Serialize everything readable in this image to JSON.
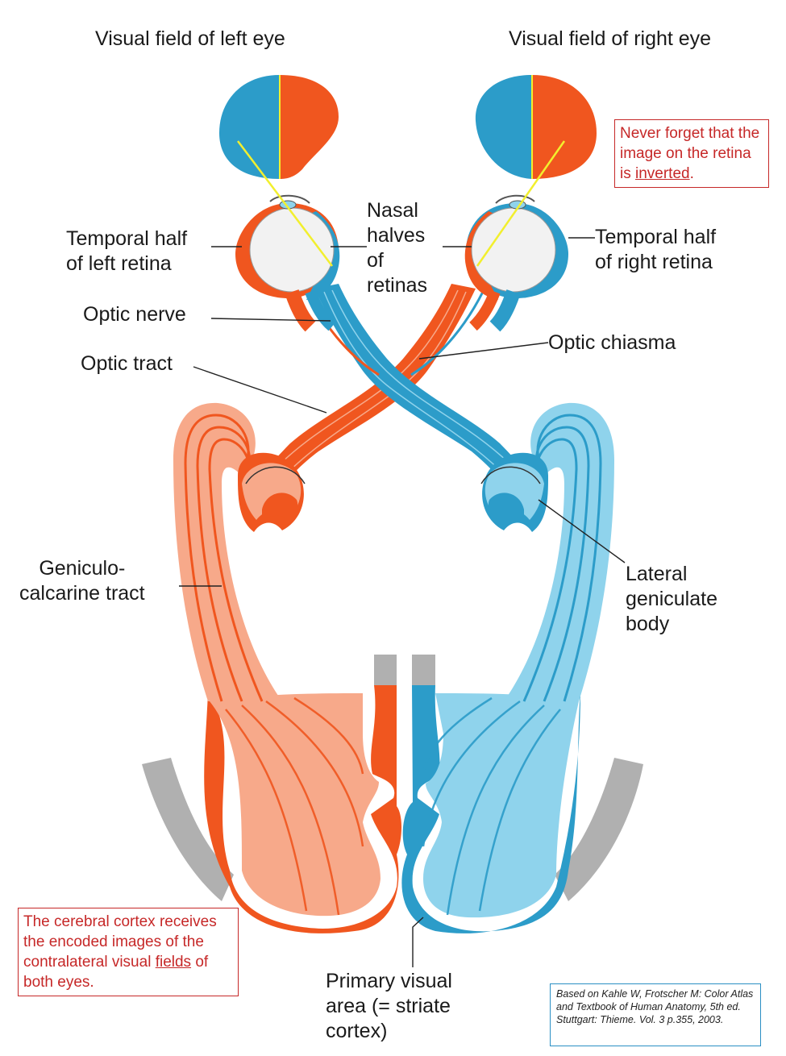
{
  "colors": {
    "red": "#f0561f",
    "red_light": "#f7a98a",
    "blue": "#2c9cc9",
    "blue_light": "#8fd3ec",
    "gray": "#b0b0b0",
    "note_red": "#c62828",
    "yellow": "#f2ef2e"
  },
  "titles": {
    "left_field": "Visual field of left eye",
    "right_field": "Visual field of right eye"
  },
  "labels": {
    "temporal_left": "Temporal half\nof left retina",
    "nasal_halves": "Nasal\nhalves\nof\nretinas",
    "temporal_right": "Temporal half\nof right retina",
    "optic_nerve": "Optic nerve",
    "optic_chiasma": "Optic chiasma",
    "optic_tract": "Optic tract",
    "geniculo_calcarine": "Geniculo-\ncalcarine tract",
    "lateral_geniculate": "Lateral\ngeniculate\nbody",
    "primary_visual": "Primary visual\narea (= striate\ncortex)"
  },
  "notes": {
    "inverted_pre": "Never forget that the image on the retina is ",
    "inverted_word": "inverted",
    "inverted_post": ".",
    "cortex_pre": "The cerebral cortex receives the encoded images of the contralateral visual ",
    "cortex_word": "fields",
    "cortex_post": " of both eyes."
  },
  "citation": "Based on Kahle W, Frotscher M: Color Atlas and Textbook of Human Anatomy, 5th ed. Stuttgart: Thieme. Vol. 3 p.355, 2003."
}
